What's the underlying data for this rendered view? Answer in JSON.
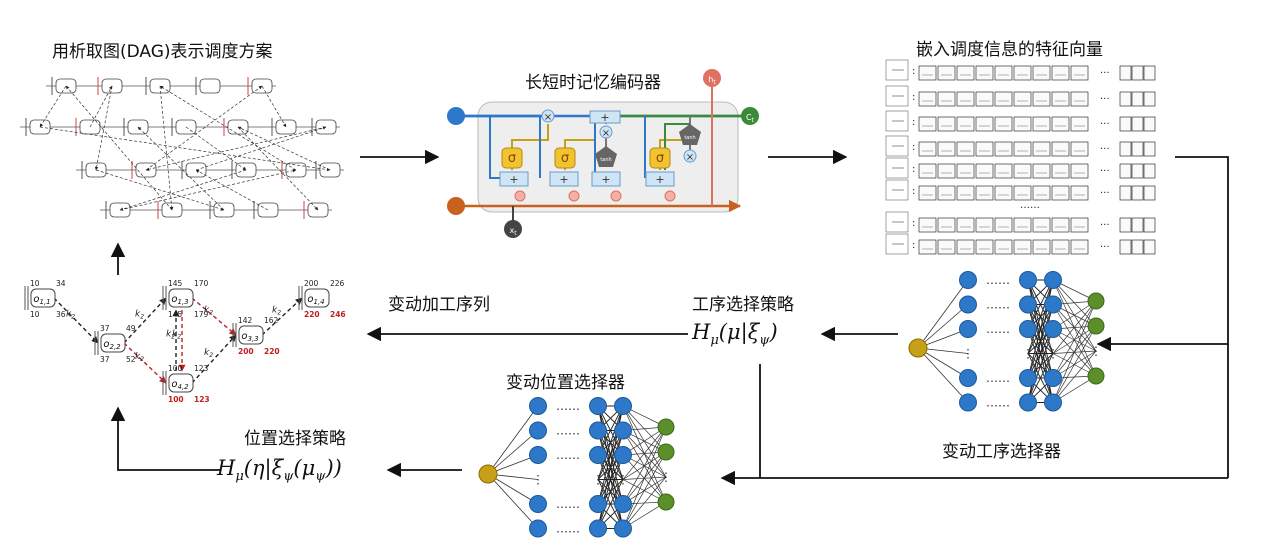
{
  "titles": {
    "dag": "用析取图(DAG)表示调度方案",
    "lstm": "长短时记忆编码器",
    "feature": "嵌入调度信息的特征向量",
    "op_selector": "变动工序选择器",
    "pos_selector": "变动位置选择器"
  },
  "strategies": {
    "op_label": "工序选择策略",
    "op_formula": {
      "H": "H",
      "mu": "μ",
      "body": "(μ|ξ",
      "psi": "ψ",
      "close": ")"
    },
    "pos_label": "位置选择策略",
    "pos_formula": {
      "H": "H",
      "mu": "μ",
      "body": "(η|ξ",
      "psi": "ψ",
      "mid": "(μ",
      "psi2": "ψ",
      "close": "))"
    },
    "result": "变动加工序列"
  },
  "lstm": {
    "input": "x",
    "input_sub": "t",
    "output_h": "h",
    "output_h_sub": "t",
    "output_c": "C",
    "output_c_sub": "t",
    "sigma": "σ",
    "plus": "+",
    "times": "×",
    "tanh": "tanh"
  },
  "small_dag": {
    "nodes": [
      {
        "sym": "o",
        "sub": "1,1",
        "top_l": "10",
        "top_r": "34",
        "bot_l": "10",
        "bot_r": "36"
      },
      {
        "sym": "o",
        "sub": "2,2",
        "top_l": "37",
        "top_r": "49",
        "bot_l": "37",
        "bot_r": "52"
      },
      {
        "sym": "o",
        "sub": "1,3",
        "top_l": "145",
        "top_r": "170",
        "bot_l": "145",
        "bot_r": "179"
      },
      {
        "sym": "o",
        "sub": "4,2",
        "top_l": "100",
        "top_r": "123",
        "bot_l": "100",
        "bot_r": "123"
      },
      {
        "sym": "o",
        "sub": "3,3",
        "top_l": "142",
        "top_r": "162",
        "bot_l": "200",
        "bot_r": "220"
      },
      {
        "sym": "o",
        "sub": "1,4",
        "top_l": "200",
        "top_r": "226",
        "bot_l": "220",
        "bot_r": "246"
      }
    ],
    "edge_label": "k",
    "edge_sub": "2"
  },
  "colors": {
    "blue": "#2d78c8",
    "green": "#5a8f2a",
    "gold": "#c8a018",
    "lstm_orange": "#c8601e",
    "lstm_green": "#3a8a3a",
    "lstm_red": "#e07060",
    "red": "#c02020"
  }
}
